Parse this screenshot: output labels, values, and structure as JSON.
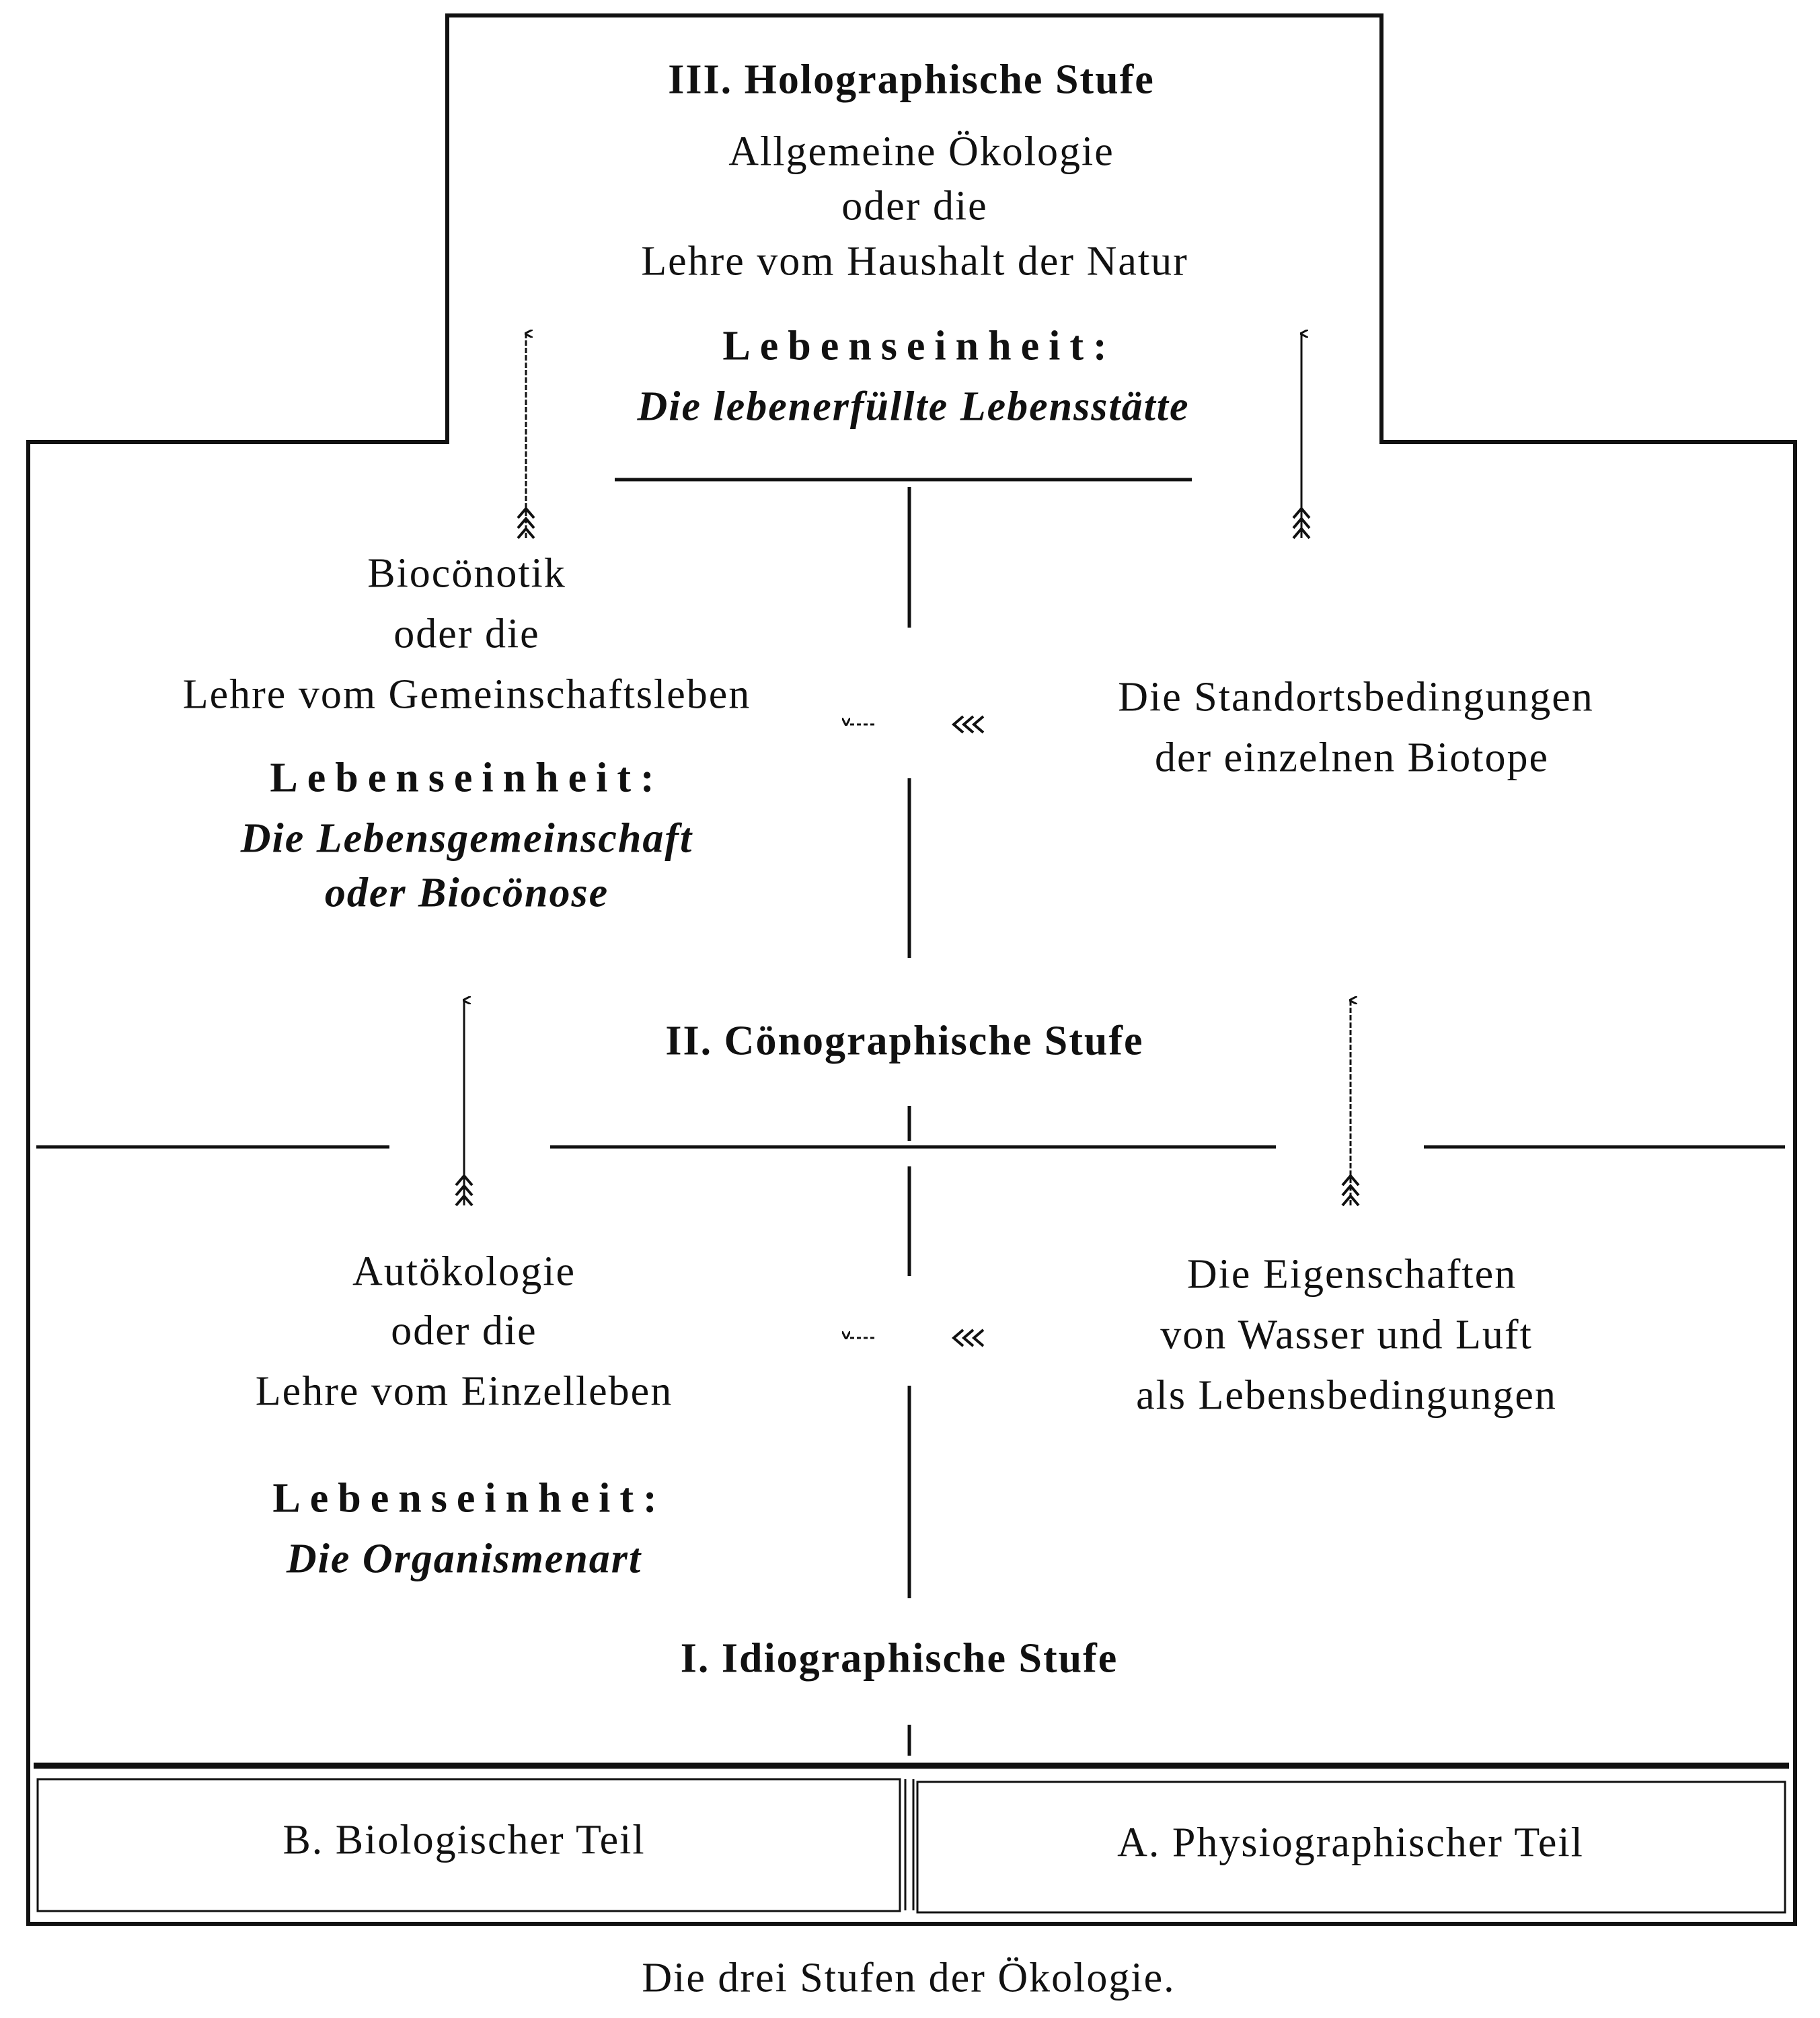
{
  "stage3": {
    "title": "III. Holographische Stufe",
    "line1": "Allgemeine Ökologie",
    "line2": "oder die",
    "line3": "Lehre vom Haushalt der Natur",
    "unit_label": "Lebenseinheit:",
    "unit": "Die lebenerfüllte Lebensstätte"
  },
  "stage2": {
    "title": "II. Cönographische Stufe",
    "left_line1": "Biocönotik",
    "left_line2": "oder die",
    "left_line3": "Lehre vom Gemeinschaftsleben",
    "unit_label": "Lebenseinheit:",
    "unit_line1": "Die Lebensgemeinschaft",
    "unit_line2": "oder Biocönose",
    "right_line1": "Die Standortsbedingungen",
    "right_line2": "der einzelnen Biotope"
  },
  "stage1": {
    "title": "I. Idiographische Stufe",
    "left_line1": "Autökologie",
    "left_line2": "oder die",
    "left_line3": "Lehre vom Einzelleben",
    "unit_label": "Lebenseinheit:",
    "unit": "Die Organismenart",
    "right_line1": "Die Eigenschaften",
    "right_line2": "von Wasser und Luft",
    "right_line3": "als Lebensbedingungen"
  },
  "parts": {
    "biological": "B. Biologischer Teil",
    "physiographic": "A. Physiographischer Teil"
  },
  "caption": "Die drei Stufen der Ökologie."
}
